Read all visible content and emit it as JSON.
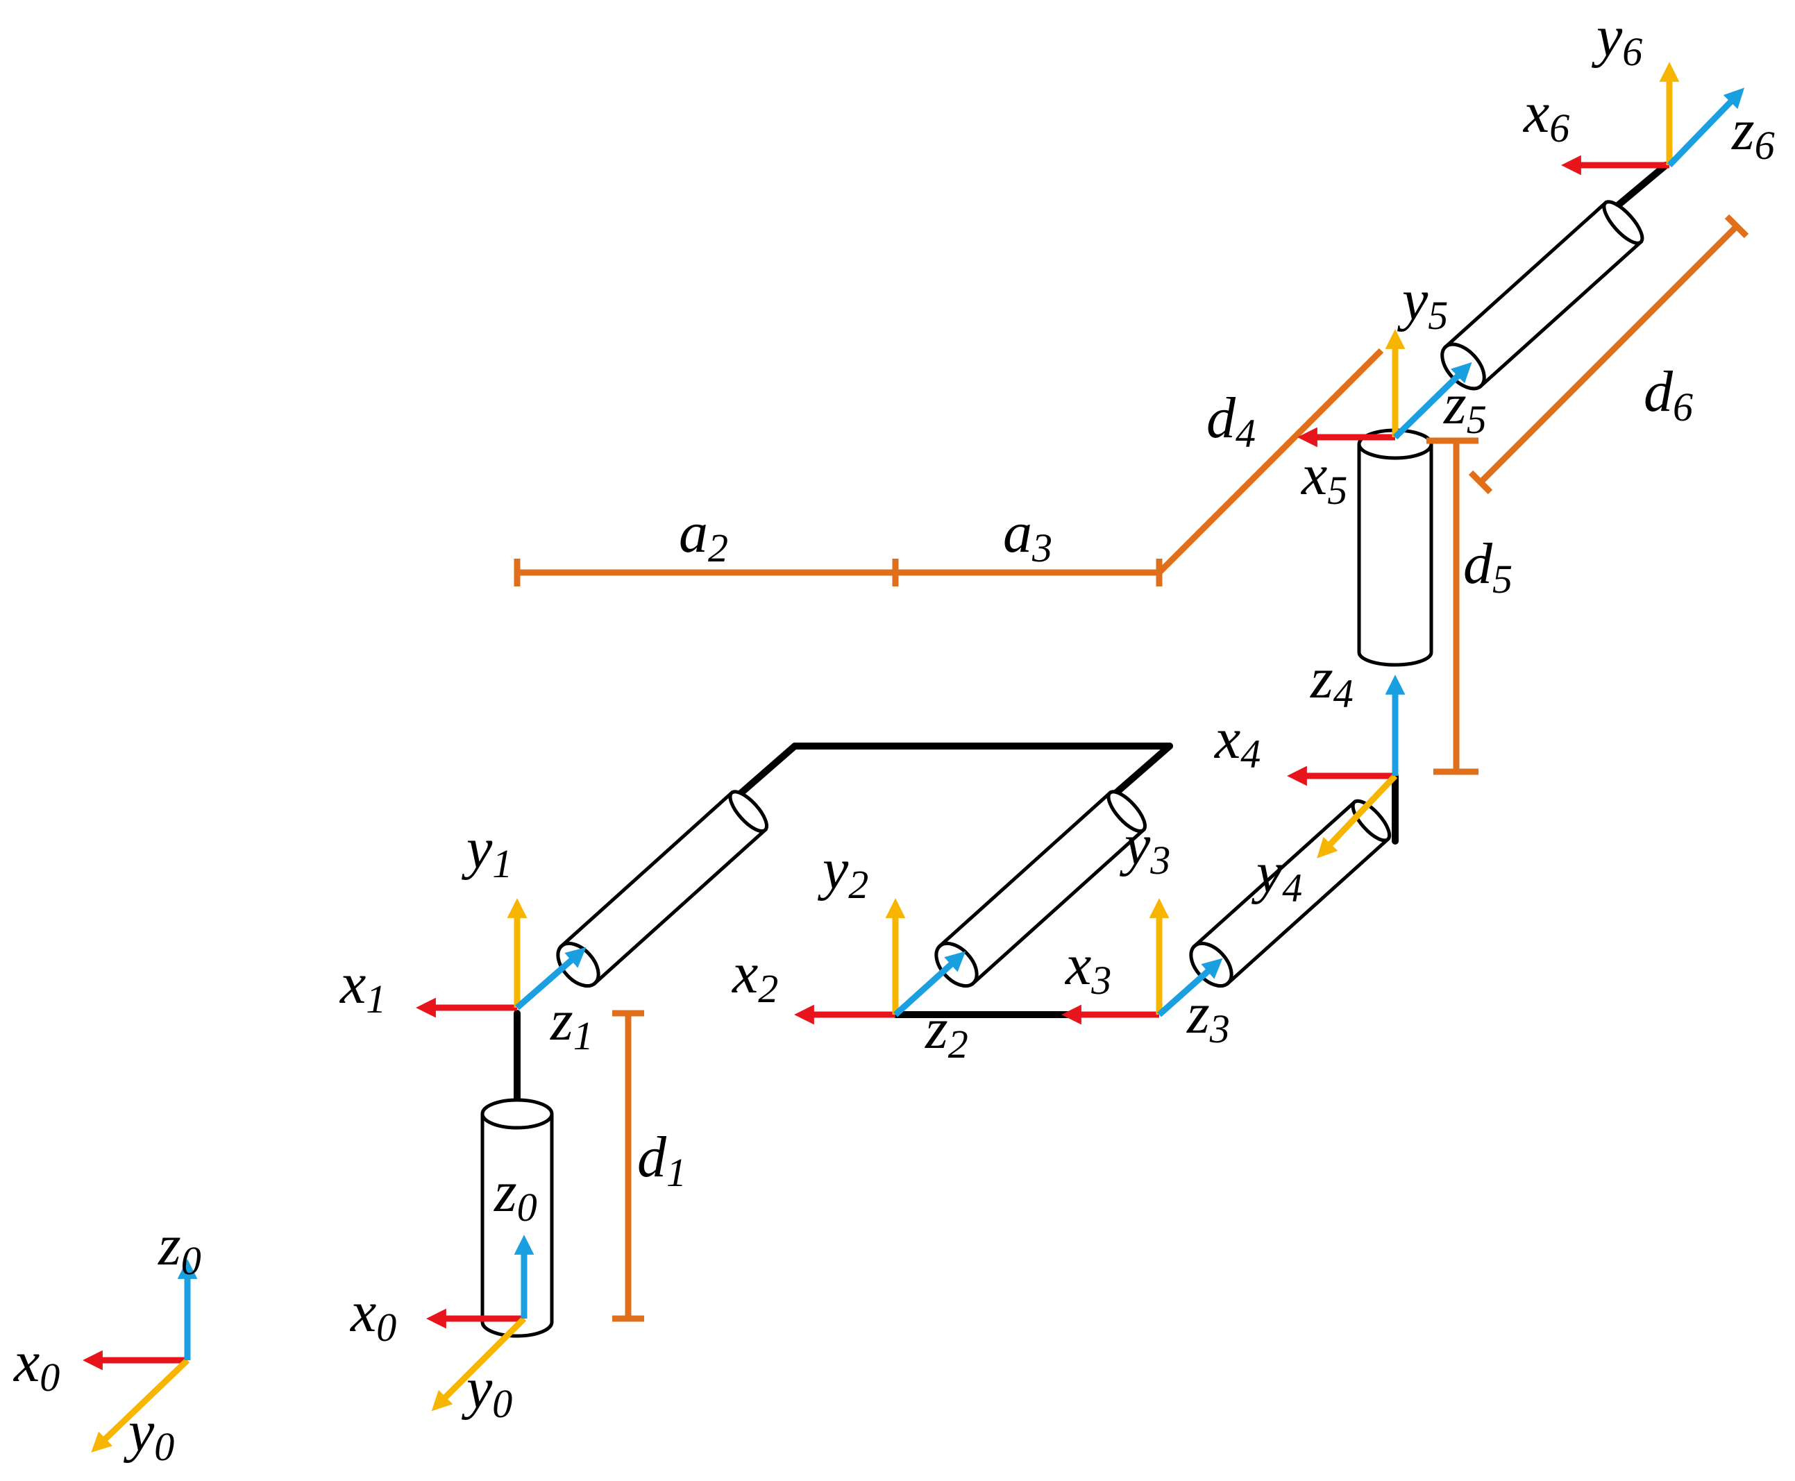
{
  "colors": {
    "x_axis": "#e8141c",
    "y_axis": "#f7b500",
    "z_axis": "#1aa0e0",
    "dimension": "#df6f1a",
    "link": "#000000"
  },
  "labels": {
    "world_x0": [
      "x",
      "0"
    ],
    "world_y0": [
      "y",
      "0"
    ],
    "world_z0": [
      "z",
      "0"
    ],
    "x0": [
      "x",
      "0"
    ],
    "y0": [
      "y",
      "0"
    ],
    "z0": [
      "z",
      "0"
    ],
    "x1": [
      "x",
      "1"
    ],
    "y1": [
      "y",
      "1"
    ],
    "z1": [
      "z",
      "1"
    ],
    "x2": [
      "x",
      "2"
    ],
    "y2": [
      "y",
      "2"
    ],
    "z2": [
      "z",
      "2"
    ],
    "x3": [
      "x",
      "3"
    ],
    "y3": [
      "y",
      "3"
    ],
    "z3": [
      "z",
      "3"
    ],
    "x4": [
      "x",
      "4"
    ],
    "y4": [
      "y",
      "4"
    ],
    "z4": [
      "z",
      "4"
    ],
    "x5": [
      "x",
      "5"
    ],
    "y5": [
      "y",
      "5"
    ],
    "z5": [
      "z",
      "5"
    ],
    "x6": [
      "x",
      "6"
    ],
    "y6": [
      "y",
      "6"
    ],
    "z6": [
      "z",
      "6"
    ],
    "a2": [
      "a",
      "2"
    ],
    "a3": [
      "a",
      "3"
    ],
    "d1": [
      "d",
      "1"
    ],
    "d4": [
      "d",
      "4"
    ],
    "d5": [
      "d",
      "5"
    ],
    "d6": [
      "d",
      "6"
    ]
  }
}
